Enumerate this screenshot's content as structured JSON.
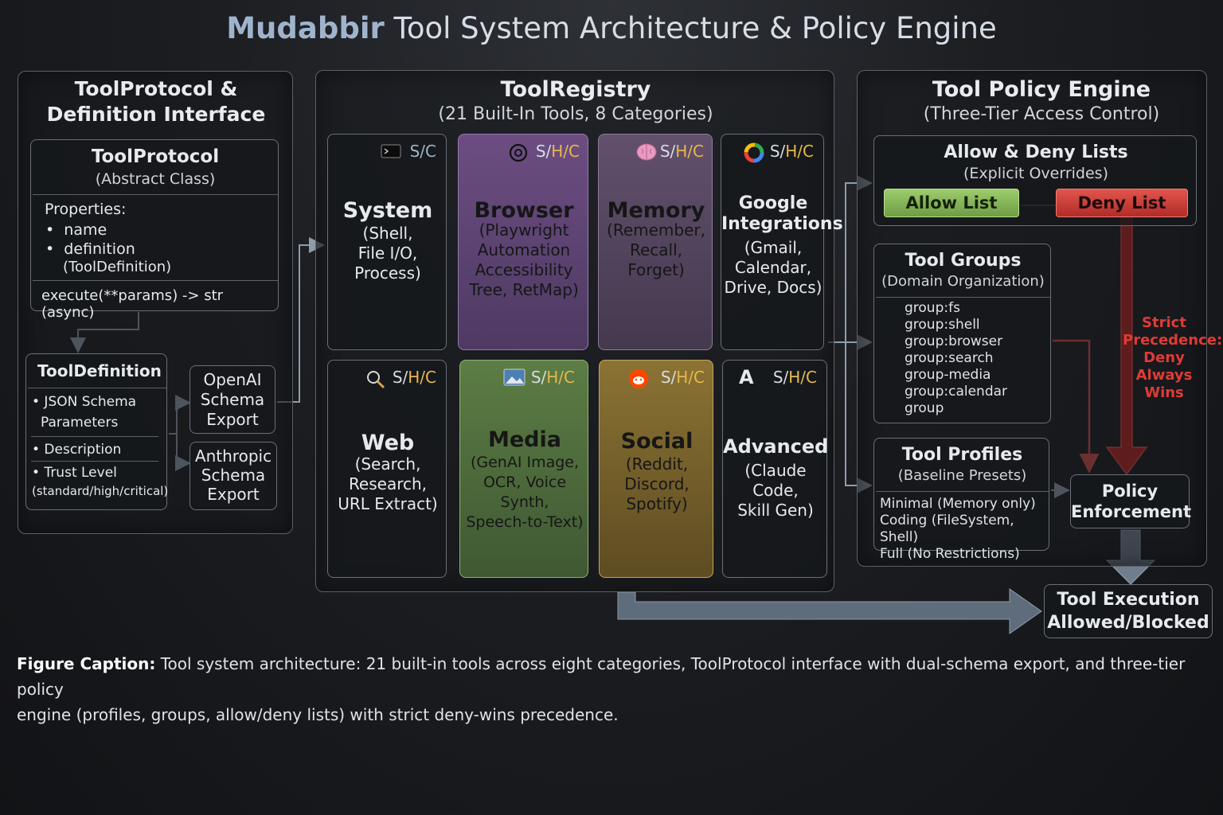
{
  "title": {
    "brand": "Mudabbir",
    "rest": " Tool System Architecture & Policy Engine"
  },
  "protocol_panel": {
    "title_line1": "ToolProtocol &",
    "title_line2": "Definition Interface",
    "protocol_box": {
      "title": "ToolProtocol",
      "subtitle": "(Abstract Class)",
      "properties_label": "Properties:",
      "prop1": "name",
      "prop2": "definition",
      "prop2b": "(ToolDefinition)",
      "method": "execute(**params) -> str (async)"
    },
    "definition_box": {
      "title": "ToolDefinition",
      "item1a": "• JSON Schema",
      "item1b": "Parameters",
      "item2": "• Description",
      "item3a": "• Trust Level",
      "item3b": "(standard/high/critical)"
    },
    "openai_export": [
      "OpenAI",
      "Schema",
      "Export"
    ],
    "anthropic_export": [
      "Anthropic",
      "Schema",
      "Export"
    ]
  },
  "registry_panel": {
    "title": "ToolRegistry",
    "subtitle": "(21 Built-In Tools, 8 Categories)",
    "categories": [
      {
        "badge_a": "S/C",
        "badge_b": "",
        "name": "System",
        "desc": [
          "(Shell,",
          "File I/O,",
          "Process)"
        ],
        "icon": "terminal-icon"
      },
      {
        "badge_a": "S/",
        "badge_b": "H/C",
        "name": "Browser",
        "desc": [
          "(Playwright",
          "Automation",
          "Accessibility",
          "Tree, RetMap)"
        ],
        "icon": "openai-icon"
      },
      {
        "badge_a": "S/",
        "badge_b": "H/C",
        "name": "Memory",
        "desc": [
          "(Remember,",
          "Recall,",
          "Forget)"
        ],
        "icon": "brain-icon"
      },
      {
        "badge_a": "S/",
        "badge_b": "H/C",
        "name": "Google Integrations",
        "desc": [
          "(Gmail,",
          "Calendar,",
          "Drive, Docs)"
        ],
        "icon": "google-icon"
      },
      {
        "badge_a": "S/",
        "badge_b": "H/C",
        "name": "Web",
        "desc": [
          "(Search,",
          "Research,",
          "URL Extract)"
        ],
        "icon": "search-icon"
      },
      {
        "badge_a": "S/",
        "badge_b": "H/C",
        "name": "Media",
        "desc": [
          "(GenAI Image,",
          "OCR, Voice",
          "Synth,",
          "Speech-to-Text)"
        ],
        "icon": "image-icon"
      },
      {
        "badge_a": "S/",
        "badge_b": "H/C",
        "name": "Social",
        "desc": [
          "(Reddit,",
          "Discord,",
          "Spotify)"
        ],
        "icon": "reddit-icon"
      },
      {
        "badge_a": "S/",
        "badge_b": "H/C",
        "name": "Advanced",
        "desc": [
          "(Claude Code,",
          "Skill Gen)"
        ],
        "icon": "anthropic-icon",
        "icon_text": "A"
      }
    ]
  },
  "policy_panel": {
    "title": "Tool Policy Engine",
    "subtitle": "(Three-Tier Access Control)",
    "lists_box": {
      "title": "Allow & Deny Lists",
      "subtitle": "(Explicit Overrides)",
      "allow": "Allow List",
      "deny": "Deny List"
    },
    "groups_box": {
      "title": "Tool Groups",
      "subtitle": "(Domain Organization)",
      "items": [
        "group:fs",
        "group:shell",
        "group:browser",
        "group:search",
        "group-media",
        "group:calendar",
        "group"
      ]
    },
    "profiles_box": {
      "title": "Tool Profiles",
      "subtitle": "(Baseline Presets)",
      "items": [
        "Minimal (Memory only)",
        "Coding (FileSystem, Shell)",
        "Full (No Restrictions)"
      ]
    },
    "precedence": [
      "Strict",
      "Precedence:",
      "Deny",
      "Always",
      "Wins"
    ],
    "enforcement": [
      "Policy",
      "Enforcement"
    ]
  },
  "execution": [
    "Tool Execution",
    "Allowed/Blocked"
  ],
  "caption": {
    "label": "Figure Caption:",
    "text1": " Tool system architecture: 21 built-in tools across eight categories, ToolProtocol interface with dual-schema export, and three-tier policy",
    "text2": "engine (profiles, groups, allow/deny lists) with strict deny-wins precedence."
  },
  "colors": {
    "brand": "#9fb4cc",
    "h_accent": "#e7b74c",
    "deny_arrow": "#c4221f",
    "flow_arrow": "#6f7d8c"
  }
}
